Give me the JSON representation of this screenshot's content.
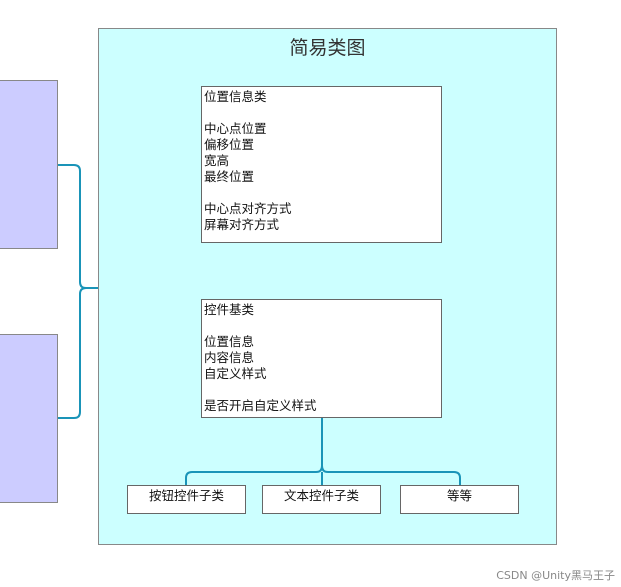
{
  "diagram": {
    "title": "简易类图",
    "position_class": {
      "lines": [
        "位置信息类",
        "",
        "中心点位置",
        "偏移位置",
        "宽高",
        "最终位置",
        "",
        "中心点对齐方式",
        "屏幕对齐方式"
      ]
    },
    "widget_class": {
      "lines": [
        "控件基类",
        "",
        "位置信息",
        "内容信息",
        "自定义样式",
        "",
        "是否开启自定义样式"
      ]
    },
    "subclasses": [
      "按钮控件子类",
      "文本控件子类",
      "等等"
    ]
  },
  "watermark": "CSDN @Unity黑马王子",
  "colors": {
    "frame_bg": "#ccffff",
    "side_block_bg": "#ccccff",
    "connector": "#1a94b8"
  }
}
